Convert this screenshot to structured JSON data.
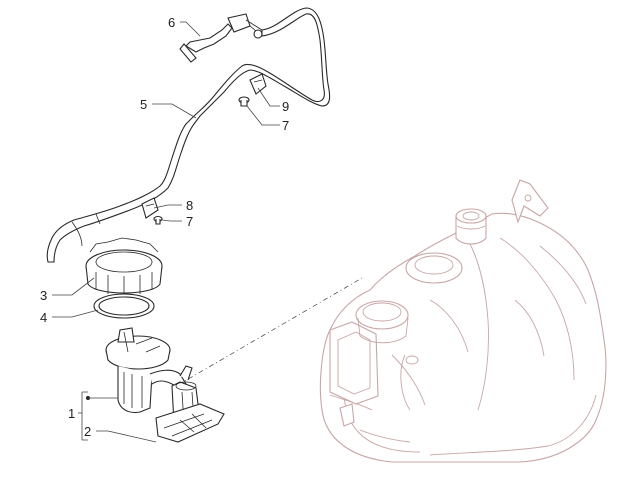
{
  "callouts": [
    {
      "id": "c1",
      "label": "1"
    },
    {
      "id": "c2",
      "label": "2"
    },
    {
      "id": "c3",
      "label": "3"
    },
    {
      "id": "c4",
      "label": "4"
    },
    {
      "id": "c5",
      "label": "5"
    },
    {
      "id": "c6",
      "label": "6"
    },
    {
      "id": "c7a",
      "label": "7"
    },
    {
      "id": "c7b",
      "label": "7"
    },
    {
      "id": "c8",
      "label": "8"
    },
    {
      "id": "c9",
      "label": "9"
    }
  ]
}
